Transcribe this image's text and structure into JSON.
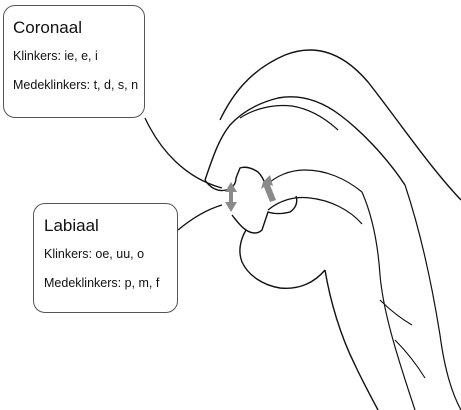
{
  "coronal": {
    "title": "Coronaal",
    "vowels": "Klinkers: ie, e, i",
    "consonants": "Medeklinkers: t, d, s, n"
  },
  "labial": {
    "title": "Labiaal",
    "vowels": "Klinkers: oe, uu, o",
    "consonants": "Medeklinkers: p, m, f"
  },
  "colors": {
    "outline": "#111111",
    "arrow": "#8a8a8a",
    "box_border": "#555555"
  }
}
